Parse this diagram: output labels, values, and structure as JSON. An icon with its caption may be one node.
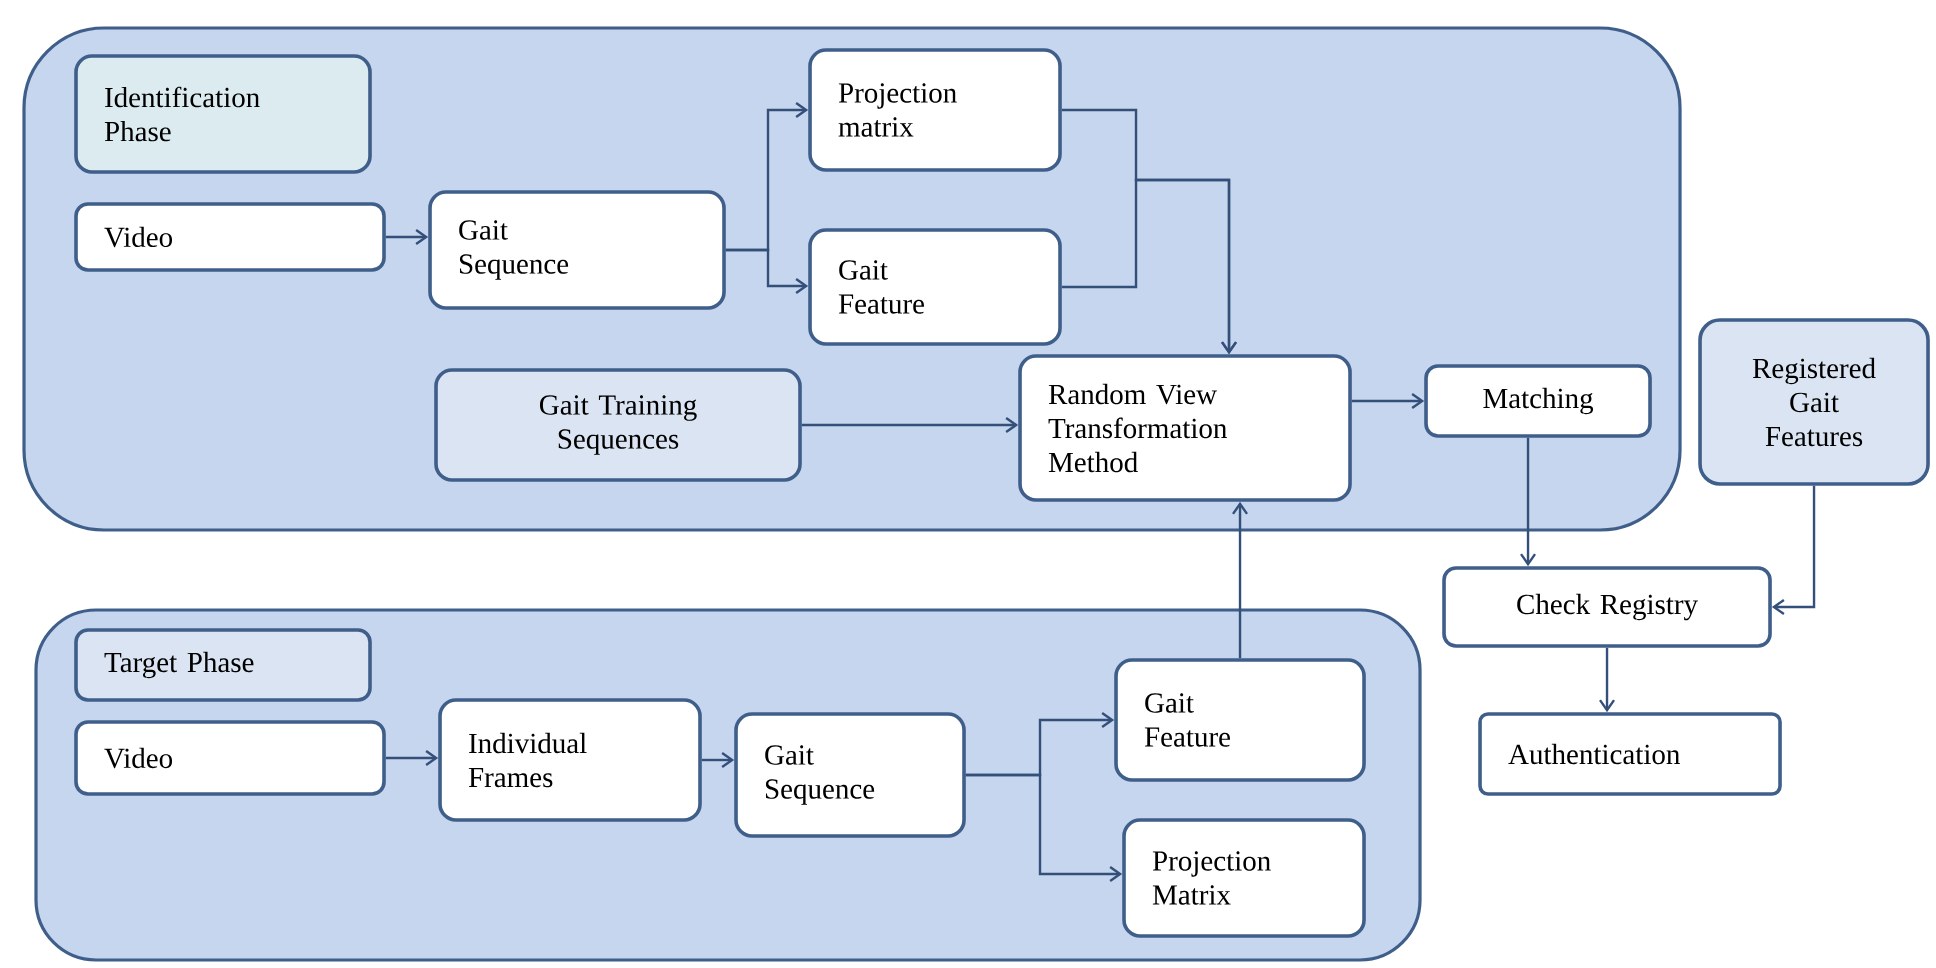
{
  "diagram": {
    "nodes": [
      {
        "text": [],
        "shape": "box"
      },
      {
        "text": [
          "Identification Phase"
        ],
        "in": 0
      },
      {
        "text": [
          "Video"
        ],
        "in": 0
      },
      {
        "text": [
          "Gait Sequence"
        ],
        "in": 0
      },
      {
        "text": [
          "Projection matrix"
        ],
        "in": 0
      },
      {
        "text": [
          "Gait Feature"
        ],
        "in": 0
      },
      {
        "text": [
          "Gait Training Sequences"
        ],
        "in": 0
      },
      {
        "text": [
          "Random View Transformation Method"
        ],
        "in": 0
      },
      {
        "text": [
          "Matching"
        ],
        "in": 0
      },
      {
        "text": [
          "Registered Gait Features"
        ]
      },
      {
        "text": [
          "Check Registry"
        ]
      },
      {
        "text": [
          "Authentication"
        ]
      },
      {
        "text": [],
        "shape": "box"
      },
      {
        "text": [
          "Target Phase"
        ],
        "in": 12
      },
      {
        "text": [
          "Video"
        ],
        "in": 12
      },
      {
        "text": [
          "Individual Frames"
        ],
        "in": 12
      },
      {
        "text": [
          "Gait Sequence"
        ],
        "in": 12
      },
      {
        "text": [
          "Gait Feature"
        ],
        "in": 12
      },
      {
        "text": [
          "Projection Matrix"
        ],
        "in": 12
      }
    ],
    "edges": [
      {
        "from": 2,
        "to": 3,
        "arrow": "to"
      },
      {
        "from": 3,
        "to": 4,
        "arrow": "to"
      },
      {
        "from": 3,
        "to": 5,
        "arrow": "to"
      },
      {
        "from": 4,
        "to": 7,
        "arrow": "to"
      },
      {
        "from": 5,
        "to": 7,
        "arrow": "to"
      },
      {
        "from": 6,
        "to": 7,
        "arrow": "to"
      },
      {
        "from": 7,
        "to": 8,
        "arrow": "to"
      },
      {
        "from": 8,
        "to": 10,
        "arrow": "to"
      },
      {
        "from": 9,
        "to": 10,
        "arrow": "to"
      },
      {
        "from": 10,
        "to": 11,
        "arrow": "to"
      },
      {
        "from": 14,
        "to": 15,
        "arrow": "to"
      },
      {
        "from": 15,
        "to": 16,
        "arrow": "to"
      },
      {
        "from": 16,
        "to": 17,
        "arrow": "to"
      },
      {
        "from": 16,
        "to": 18,
        "arrow": "to"
      },
      {
        "from": 17,
        "to": 7,
        "arrow": "to"
      }
    ]
  }
}
